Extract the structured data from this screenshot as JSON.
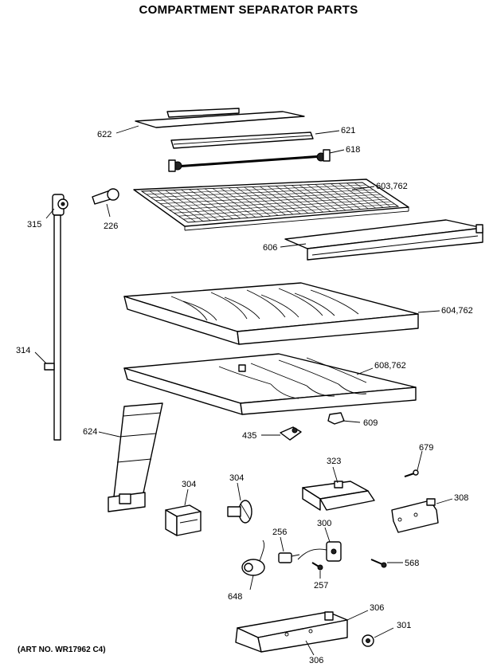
{
  "title": "COMPARTMENT SEPARATOR PARTS",
  "art_number": "(ART NO. WR17962 C4)",
  "callouts": {
    "c622": "622",
    "c621": "621",
    "c618": "618",
    "c603": "603,762",
    "c315": "315",
    "c226": "226",
    "c606": "606",
    "c604": "604,762",
    "c314": "314",
    "c608": "608,762",
    "c609": "609",
    "c624": "624",
    "c435": "435",
    "c679": "679",
    "c323": "323",
    "c304a": "304",
    "c304b": "304",
    "c308": "308",
    "c256": "256",
    "c300": "300",
    "c568": "568",
    "c648": "648",
    "c257": "257",
    "c306a": "306",
    "c301": "301",
    "c306b": "306"
  }
}
